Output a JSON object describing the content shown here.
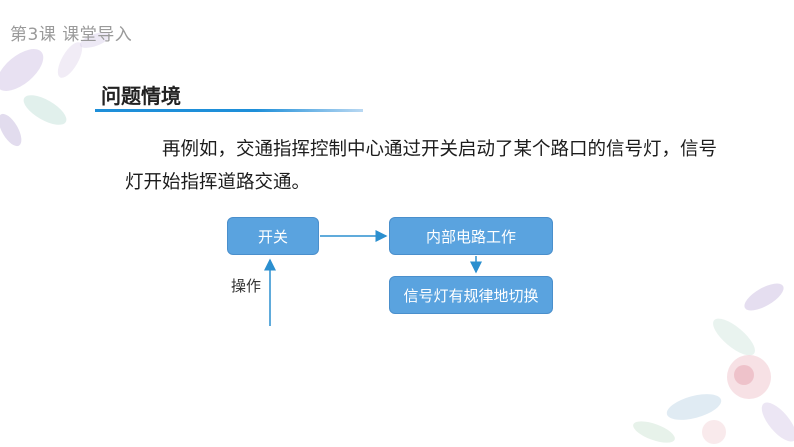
{
  "header": {
    "text": "第3课  课堂导入"
  },
  "section": {
    "title": "问题情境"
  },
  "paragraph": "再例如，交通指挥控制中心通过开关启动了某个路口的信号灯，信号灯开始指挥道路交通。",
  "diagram": {
    "switch_label": "开关",
    "circuit_label": "内部电路工作",
    "light_label": "信号灯有规律地切换",
    "operation_label": "操作"
  },
  "colors": {
    "box_fill": "#5aa3df",
    "arrow": "#2b8fcf",
    "accent_rule": "#1e8fd9"
  }
}
